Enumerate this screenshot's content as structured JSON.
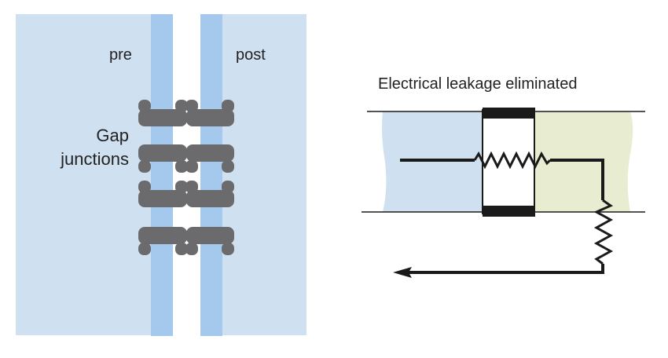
{
  "left_panel": {
    "labels": {
      "pre": "pre",
      "post": "post",
      "gap_line1": "Gap",
      "gap_line2": "junctions"
    },
    "gap_junction_count": 4,
    "colors": {
      "cell_background": "#cfe0f0",
      "membrane": "#a4c9ec",
      "cleft": "#ffffff",
      "junction": "#6b6b6d"
    }
  },
  "right_panel": {
    "title": "Electrical leakage eliminated",
    "colors": {
      "pre_cell": "#cfe0f0",
      "post_cell": "#e8edd2",
      "wire": "#1a1a1a",
      "junction_box_fill": "#ffffff",
      "junction_cap": "#1a1a1a"
    }
  }
}
